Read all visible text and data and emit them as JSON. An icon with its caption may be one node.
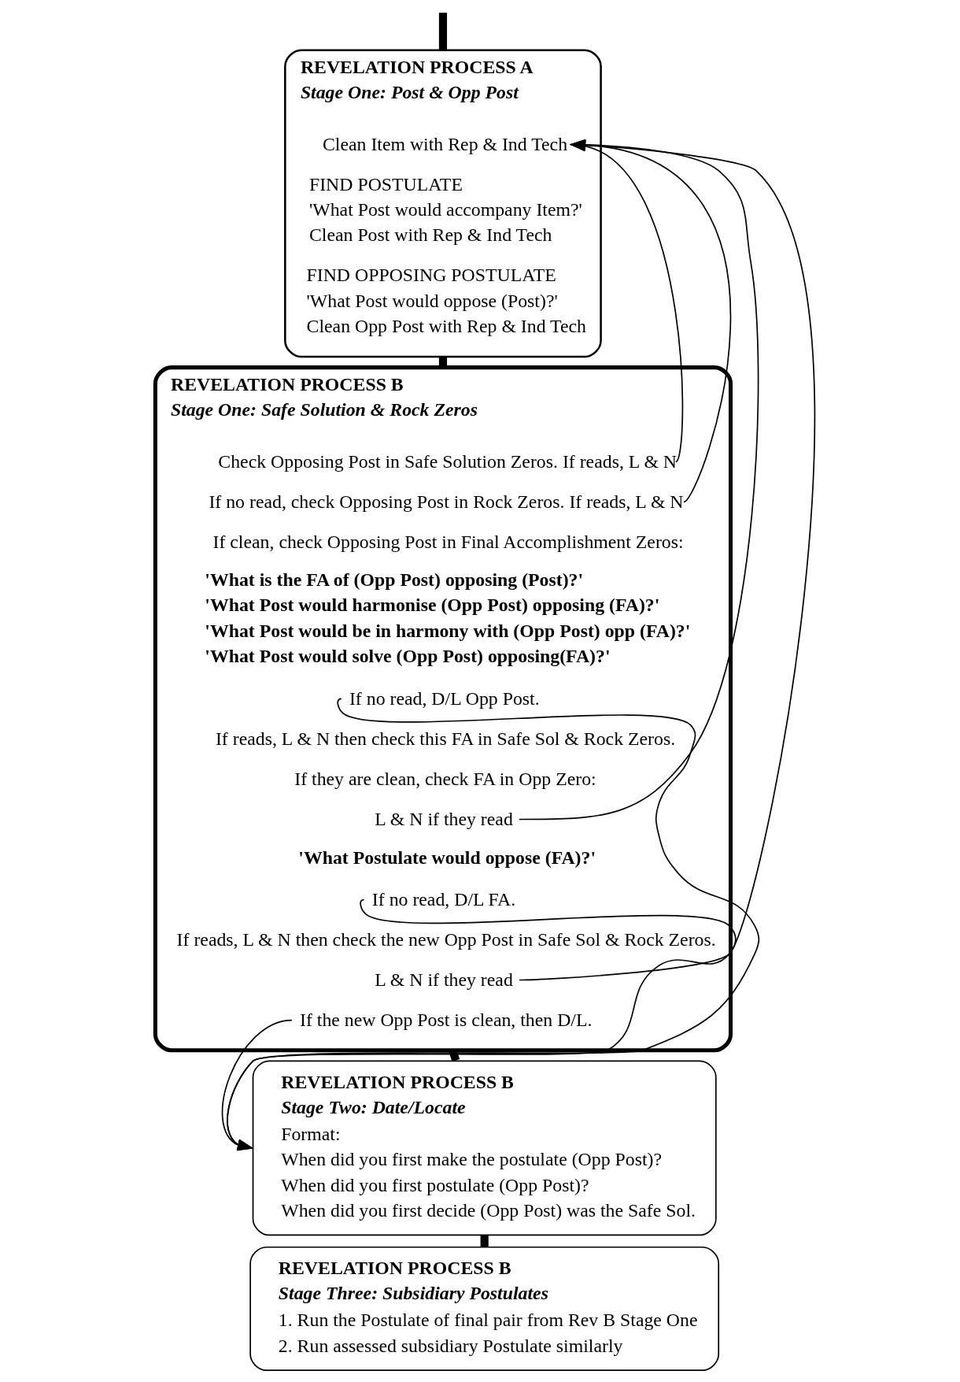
{
  "diagram": {
    "nodes": [
      {
        "text": [
          "REVELATION PROCESS A",
          "Stage One: Post & Opp Post"
        ]
      },
      {
        "text": [
          "Clean Item with Rep & Ind Tech"
        ],
        "in": 0
      },
      {
        "text": [
          "FIND POSTULATE",
          "'What Post would accompany Item?'",
          "Clean Post with Rep & Ind Tech"
        ],
        "in": 0
      },
      {
        "text": [
          "FIND OPPOSING POSTULATE",
          "'What Post would oppose (Post)?'",
          "Clean Opp Post with Rep & Ind Tech"
        ],
        "in": 0
      },
      {
        "text": [
          "REVELATION PROCESS B",
          "Stage One: Safe Solution & Rock Zeros"
        ]
      },
      {
        "text": [
          "Check Opposing Post in Safe Solution Zeros. If reads, L & N"
        ],
        "in": 4
      },
      {
        "text": [
          "If no read, check Opposing Post in Rock Zeros. If reads, L & N"
        ],
        "in": 4
      },
      {
        "text": [
          "If clean, check Opposing Post in Final Accomplishment Zeros:"
        ],
        "in": 4
      },
      {
        "text": [
          "'What is the FA of (Opp Post) opposing (Post)?'",
          "'What Post would harmonise (Opp Post) opposing (FA)?'",
          "'What Post would be in harmony with (Opp Post) opp (FA)?'",
          "'What Post would solve (Opp Post) opposing(FA)?'"
        ],
        "in": 4
      },
      {
        "text": [
          "If no read, D/L Opp Post."
        ],
        "in": 4
      },
      {
        "text": [
          "If reads, L & N then check this FA in Safe Sol & Rock Zeros."
        ],
        "in": 4
      },
      {
        "text": [
          "If they are clean, check FA in Opp Zero:"
        ],
        "in": 4
      },
      {
        "text": [
          "L & N if they read"
        ],
        "in": 4
      },
      {
        "text": [
          "'What Postulate would oppose (FA)?'"
        ],
        "in": 4
      },
      {
        "text": [
          "If no read, D/L FA."
        ],
        "in": 4
      },
      {
        "text": [
          "If reads, L & N then check the new Opp Post in Safe Sol & Rock Zeros."
        ],
        "in": 4
      },
      {
        "text": [
          "L & N if they read"
        ],
        "in": 4
      },
      {
        "text": [
          "If the new Opp Post is clean, then D/L."
        ],
        "in": 4
      },
      {
        "text": [
          "REVELATION PROCESS B",
          "Stage Two: Date/Locate",
          "Format:",
          "When did you first make the postulate (Opp Post)?",
          "When did you first postulate (Opp Post)?",
          "When did you first decide (Opp Post) was the Safe Sol."
        ]
      },
      {
        "text": [
          "REVELATION PROCESS B",
          "Stage Three: Subsidiary Postulates",
          "1. Run the Postulate of final pair from Rev B Stage One",
          "2. Run assessed subsidiary Postulate similarly"
        ]
      }
    ],
    "edges": [
      {
        "from": null,
        "to": 0,
        "arrow": "none",
        "style": "thick"
      },
      {
        "from": 0,
        "to": 4,
        "arrow": "none",
        "style": "thick"
      },
      {
        "from": 5,
        "to": 1,
        "arrow": "to"
      },
      {
        "from": 6,
        "to": 1,
        "arrow": "to"
      },
      {
        "from": 12,
        "to": 1,
        "arrow": "to"
      },
      {
        "from": 16,
        "to": 1,
        "arrow": "to"
      },
      {
        "from": 9,
        "to": 18,
        "arrow": "to"
      },
      {
        "from": 14,
        "to": 18,
        "arrow": "to"
      },
      {
        "from": 17,
        "to": 18,
        "arrow": "to"
      },
      {
        "from": 4,
        "to": 18,
        "arrow": "none",
        "style": "thick"
      },
      {
        "from": 18,
        "to": 19,
        "arrow": "none",
        "style": "thick"
      }
    ]
  }
}
